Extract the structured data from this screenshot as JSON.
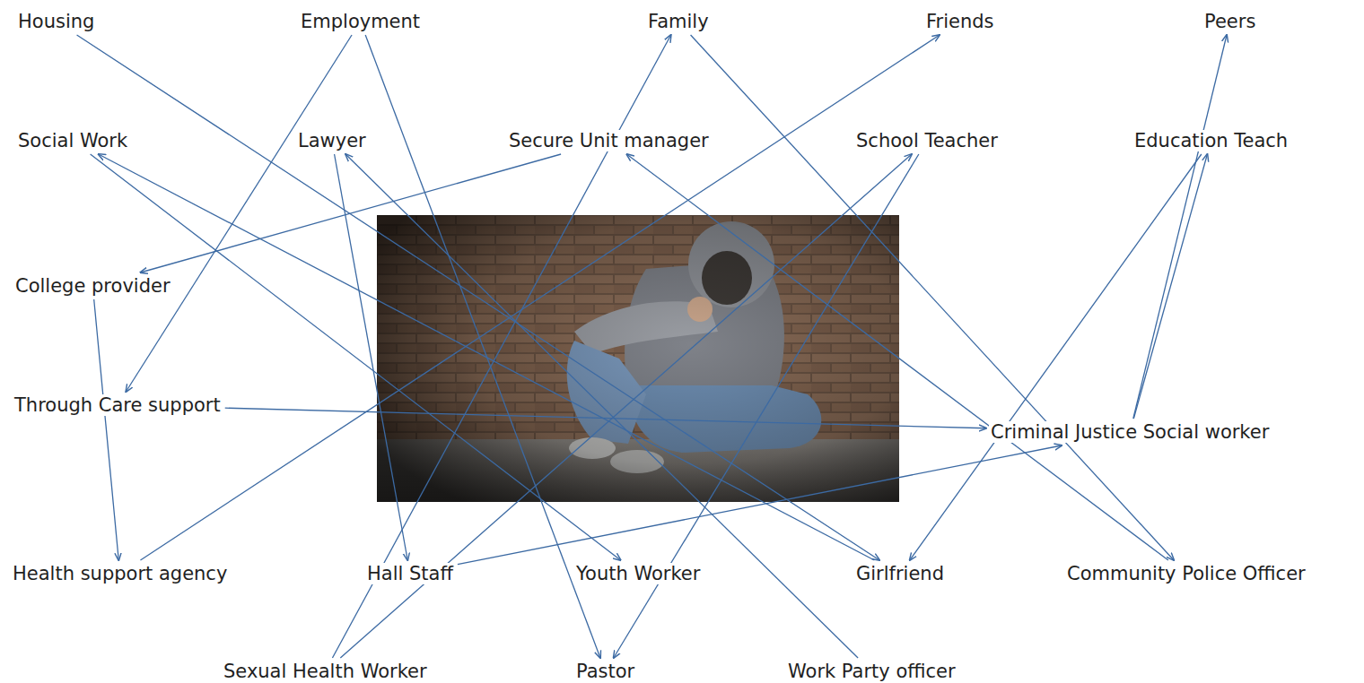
{
  "diagram": {
    "nodes": [
      {
        "text": [
          "Housing"
        ]
      },
      {
        "text": [
          "Employment"
        ]
      },
      {
        "text": [
          "Family"
        ]
      },
      {
        "text": [
          "Friends"
        ]
      },
      {
        "text": [
          "Peers"
        ]
      },
      {
        "text": [
          "Social Work"
        ]
      },
      {
        "text": [
          "Lawyer"
        ]
      },
      {
        "text": [
          "Secure Unit manager"
        ]
      },
      {
        "text": [
          "School Teacher"
        ]
      },
      {
        "text": [
          "Education Teach"
        ]
      },
      {
        "text": [
          "College provider"
        ]
      },
      {
        "text": [
          "Through Care support"
        ]
      },
      {
        "text": [
          "Criminal Justice Social worker"
        ]
      },
      {
        "text": [
          "Health support agency"
        ]
      },
      {
        "text": [
          "Hall Staff"
        ]
      },
      {
        "text": [
          "Youth Worker"
        ]
      },
      {
        "text": [
          "Girlfriend"
        ]
      },
      {
        "text": [
          "Community Police Officer"
        ]
      },
      {
        "text": [
          "Sexual Health Worker"
        ]
      },
      {
        "text": [
          "Pastor"
        ]
      },
      {
        "text": [
          "Work Party officer"
        ]
      }
    ],
    "edges": [
      {
        "from": 0,
        "to": 16,
        "arrow": "to"
      },
      {
        "from": 1,
        "to": 11,
        "arrow": "to"
      },
      {
        "from": 1,
        "to": 19,
        "arrow": "to"
      },
      {
        "from": 13,
        "to": 3,
        "arrow": "to"
      },
      {
        "from": 18,
        "to": 2,
        "arrow": "to"
      },
      {
        "from": 2,
        "to": 17,
        "arrow": "to"
      },
      {
        "from": 14,
        "to": 12,
        "arrow": "to"
      },
      {
        "from": 12,
        "to": 4,
        "arrow": "to"
      },
      {
        "from": 20,
        "to": 6,
        "arrow": "to"
      },
      {
        "from": 17,
        "to": 7,
        "arrow": "to"
      },
      {
        "from": 7,
        "to": 10,
        "arrow": "to"
      },
      {
        "from": 10,
        "to": 13,
        "arrow": "to"
      },
      {
        "from": 11,
        "to": 12,
        "arrow": "to"
      },
      {
        "from": 5,
        "to": 15,
        "arrow": "to"
      },
      {
        "from": 16,
        "to": 5,
        "arrow": "to"
      },
      {
        "from": 6,
        "to": 14,
        "arrow": "to"
      },
      {
        "from": 8,
        "to": 19,
        "arrow": "to"
      },
      {
        "from": 12,
        "to": 9,
        "arrow": "to"
      },
      {
        "from": 9,
        "to": 16,
        "arrow": "to"
      },
      {
        "from": 18,
        "to": 8,
        "arrow": "to"
      }
    ]
  }
}
